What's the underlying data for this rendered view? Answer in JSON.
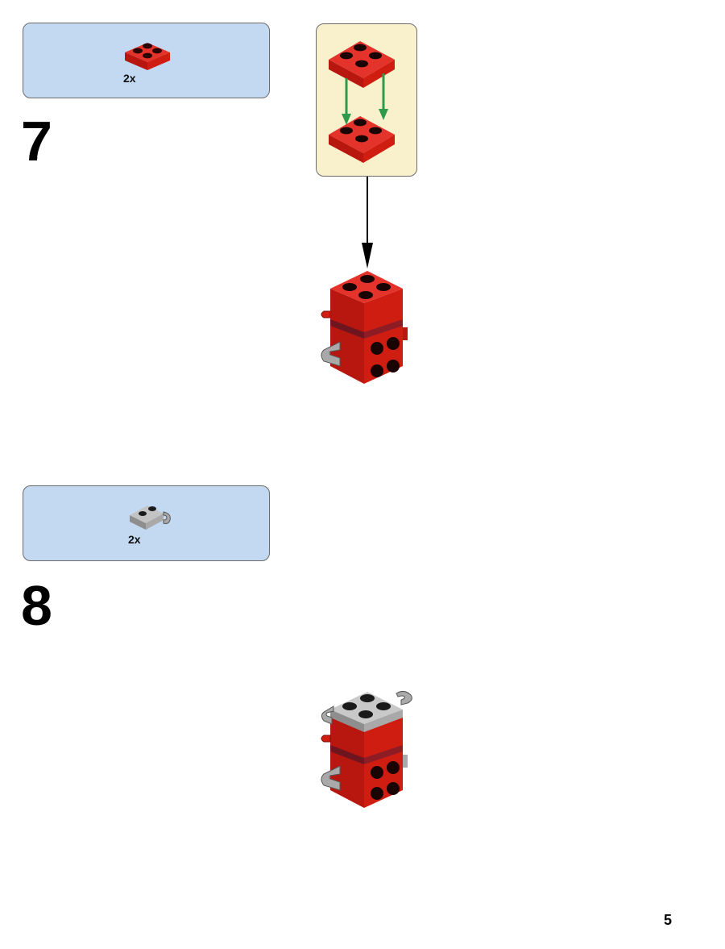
{
  "steps": [
    {
      "number": "7",
      "parts": [
        {
          "quantity": "2x",
          "part_icon": "red-2x2-plate-icon",
          "color": "#d01d12"
        }
      ],
      "callout": {
        "repeat_arrows_color": "#2e9a4a"
      }
    },
    {
      "number": "8",
      "parts": [
        {
          "quantity": "2x",
          "part_icon": "gray-plate-with-clip-icon",
          "color": "#a9a9a9"
        }
      ]
    }
  ],
  "page": {
    "number": "5"
  },
  "colors": {
    "parts_box_bg": "#c3d8f1",
    "callout_bg": "#f9f1cc",
    "brick_red": "#d01d12",
    "brick_dark_red": "#8c1d24",
    "clip_gray": "#a9a9a9",
    "arrow_green": "#2e9a4a"
  }
}
